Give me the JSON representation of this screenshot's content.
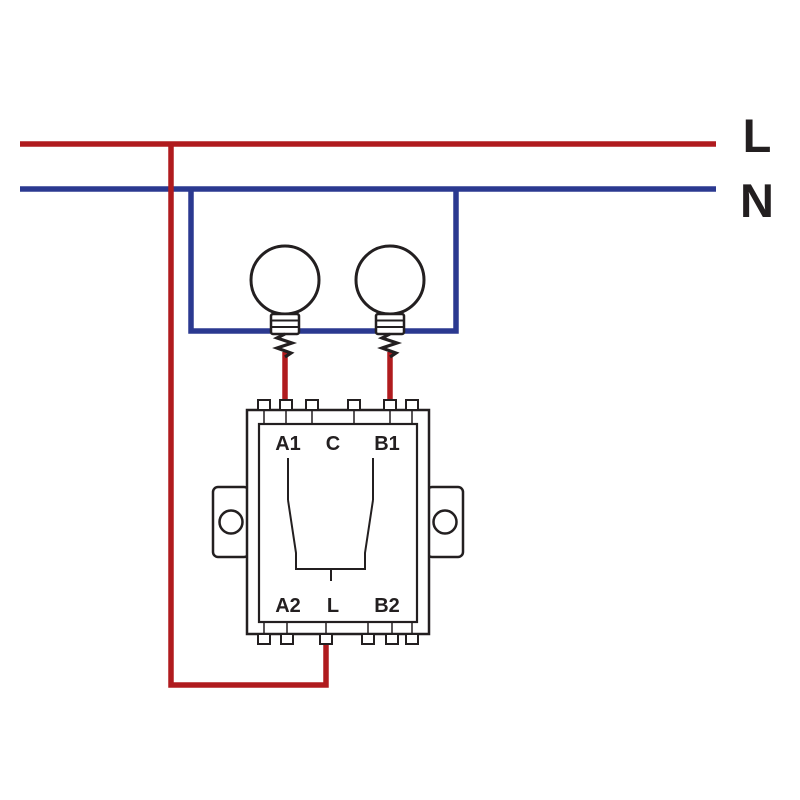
{
  "diagram": {
    "type": "electrical-wiring-diagram",
    "description": "Two-gang switch controlling two lamps, fed from live (L) and neutral (N) mains lines",
    "labels": {
      "live": "L",
      "neutral": "N"
    },
    "switch": {
      "terminals_top": [
        "A1",
        "C",
        "B1"
      ],
      "terminals_bottom": [
        "A2",
        "L",
        "B2"
      ]
    },
    "colors": {
      "live": "#b01b1e",
      "neutral": "#2b3990",
      "ink": "#231f20",
      "background": "#ffffff"
    }
  }
}
